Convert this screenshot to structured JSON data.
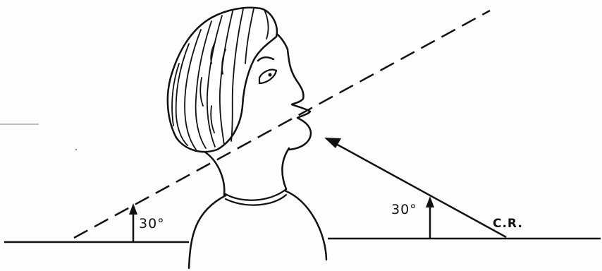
{
  "diagram": {
    "left_angle_label": "30°",
    "right_angle_label": "30°",
    "central_ray_label": "C.R."
  },
  "colors": {
    "ink": "#111111",
    "background": "#fdfdfd"
  },
  "icons": {
    "figure": "head-profile-tilted",
    "arrow": "upward-arrow"
  }
}
